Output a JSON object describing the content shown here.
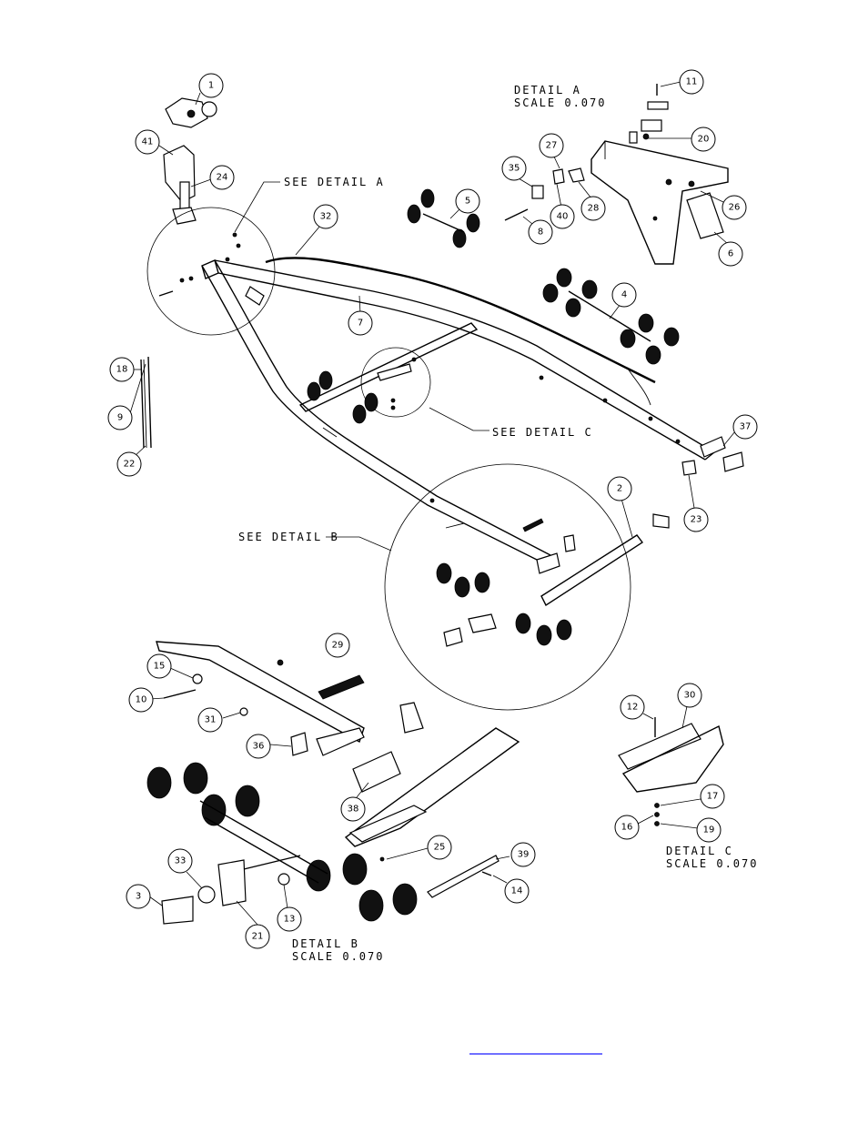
{
  "details": {
    "a_title": "DETAIL  A",
    "a_scale": "SCALE  0.070",
    "b_title": "DETAIL  B",
    "b_scale": "SCALE  0.070",
    "c_title": "DETAIL  C",
    "c_scale": "SCALE  0.070"
  },
  "references": {
    "see_a": "SEE DETAIL  A",
    "see_b": "SEE DETAIL  B",
    "see_c": "SEE DETAIL  C"
  },
  "callouts": [
    "1",
    "41",
    "24",
    "32",
    "7",
    "18",
    "9",
    "22",
    "11",
    "20",
    "27",
    "35",
    "5",
    "8",
    "40",
    "28",
    "26",
    "6",
    "4",
    "37",
    "23",
    "2",
    "29",
    "15",
    "10",
    "31",
    "36",
    "38",
    "33",
    "3",
    "21",
    "13",
    "25",
    "39",
    "14",
    "12",
    "30",
    "17",
    "16",
    "19"
  ],
  "link_color": "#1a1aff"
}
